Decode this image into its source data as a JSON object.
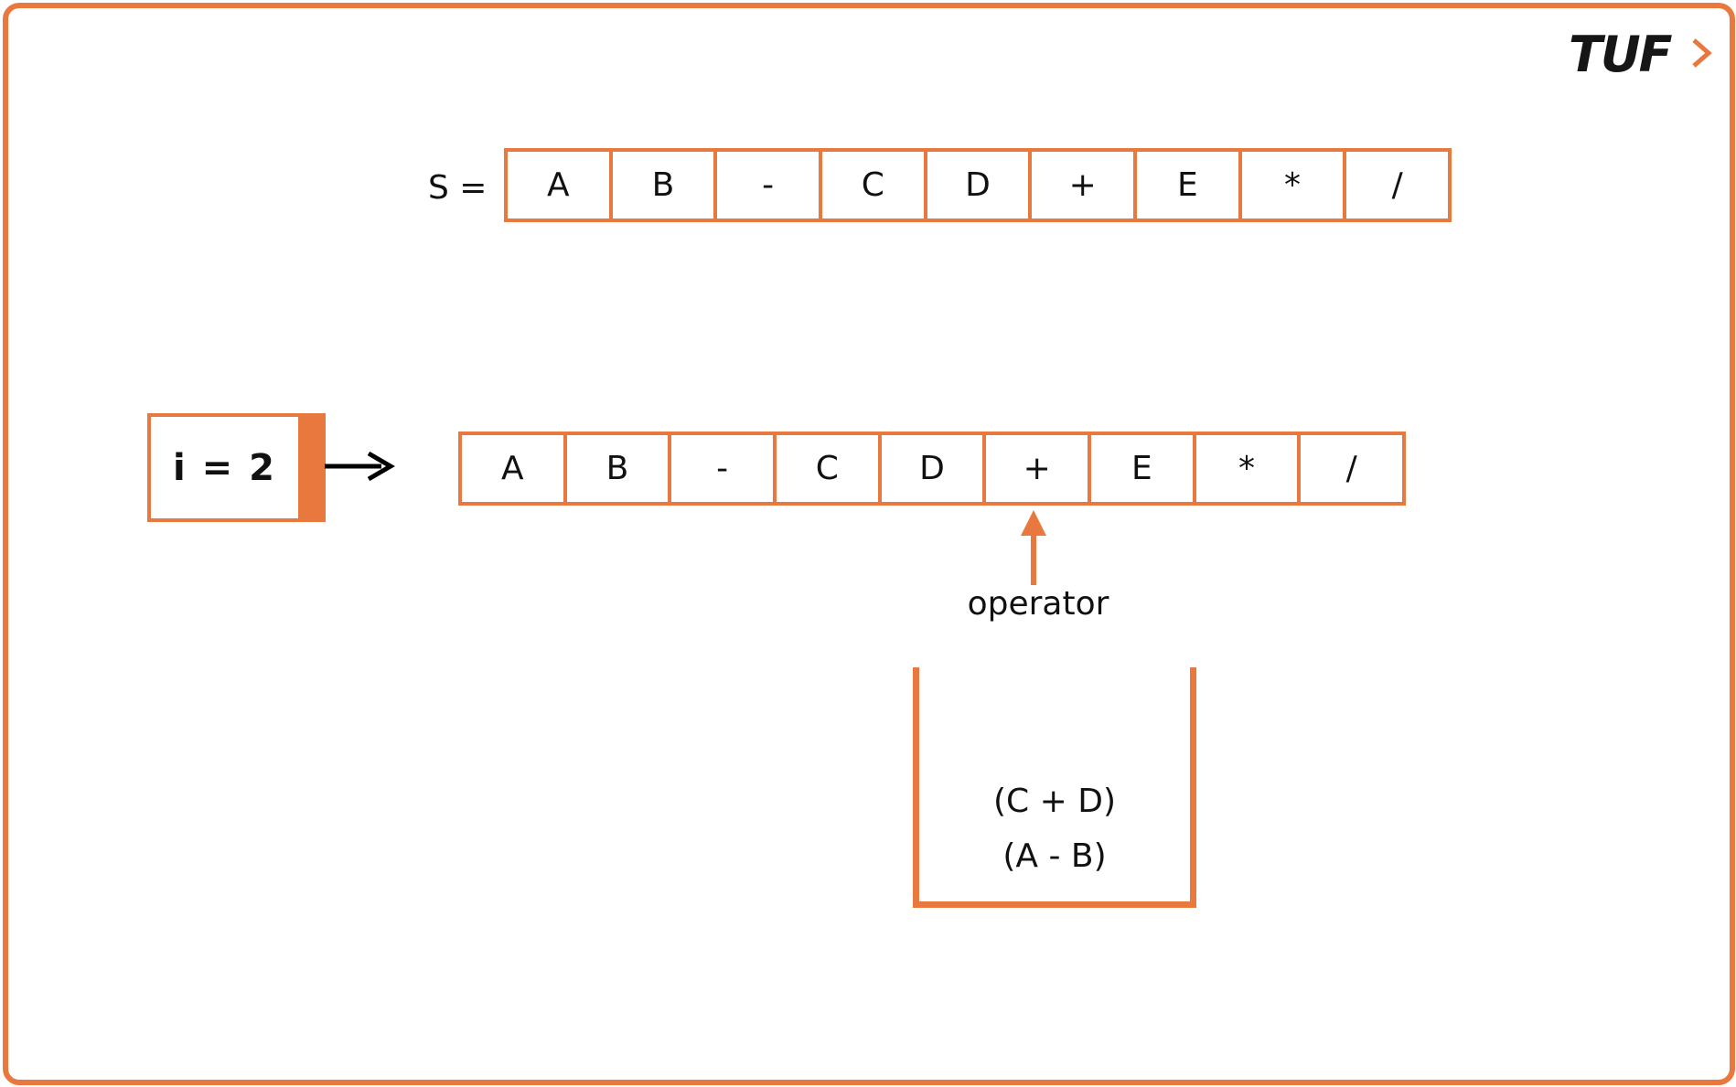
{
  "logo": {
    "text": "TUF"
  },
  "top_array": {
    "label": "S =",
    "cells": [
      "A",
      "B",
      "-",
      "C",
      "D",
      "+",
      "E",
      "*",
      "/"
    ]
  },
  "iteration": {
    "label": "i = 2"
  },
  "current_array": {
    "cells": [
      "A",
      "B",
      "-",
      "C",
      "D",
      "+",
      "E",
      "*",
      "/"
    ],
    "pointer_label": "operator",
    "pointer_index": 5
  },
  "stack": {
    "items": [
      "(C + D)",
      "(A - B)"
    ]
  },
  "colors": {
    "accent": "#E9783E",
    "text": "#111111"
  }
}
